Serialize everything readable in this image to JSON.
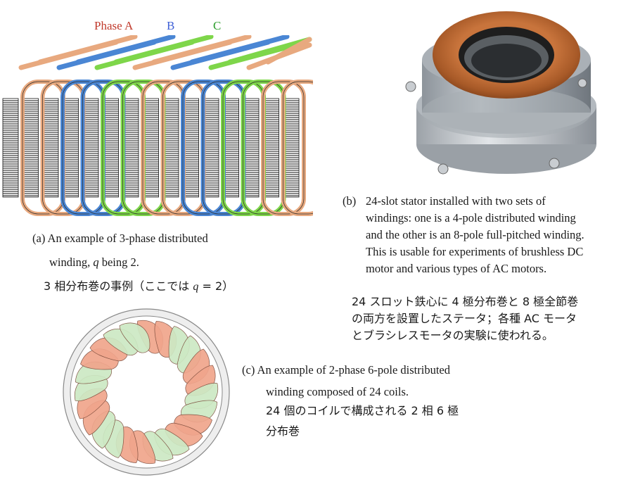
{
  "figure_a": {
    "phase_labels": [
      {
        "text": "Phase A",
        "color": "#c0392b"
      },
      {
        "text": "B",
        "color": "#3d5fd6"
      },
      {
        "text": "C",
        "color": "#2e9e2e"
      }
    ],
    "coil_colors": {
      "A": "#e8a97f",
      "B": "#4a86d4",
      "C": "#7ed64a"
    },
    "caption_en_1": "(a) An example of 3-phase distributed",
    "caption_en_2_pre": "winding, ",
    "caption_en_2_var": "q",
    "caption_en_2_post": " being 2.",
    "caption_jp_pre": "3 相分布巻の事例（ここでは ",
    "caption_jp_var": "q",
    "caption_jp_post": " = 2）"
  },
  "figure_b": {
    "caption_en_prefix": "(b)",
    "caption_en_lines": [
      "24-slot stator installed with two sets of",
      "windings: one is a 4-pole distributed winding",
      "and the other is an 8-pole full-pitched winding.",
      "This is usable for experiments of brushless DC",
      "motor and various types of AC motors."
    ],
    "caption_jp_lines": [
      "24 スロット鉄心に 4 極分布巻と 8 極全節巻",
      "の両方を設置したステータ；各種 AC モータ",
      "とブラシレスモータの実験に使われる。"
    ]
  },
  "figure_c": {
    "caption_en_1": "(c)  An example of 2-phase 6-pole distributed",
    "caption_en_2": "winding composed of 24 coils.",
    "caption_jp_1": "24 個のコイルで構成される 2 相 6 極",
    "caption_jp_2": "分布巻",
    "coil_colors": {
      "phase1": "#f0a58c",
      "phase2": "#cde9c4"
    }
  }
}
